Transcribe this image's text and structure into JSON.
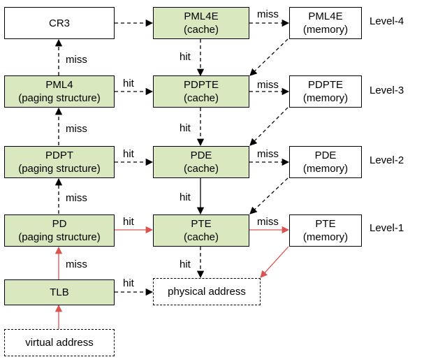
{
  "colors": {
    "green_fill": "#d9e8be",
    "red_arrow": "#d9534f",
    "black_arrow": "#000000"
  },
  "nodes": {
    "cr3": [
      "CR3"
    ],
    "pml4e_cache": [
      "PML4E",
      "(cache)"
    ],
    "pml4e_mem": [
      "PML4E",
      "(memory)"
    ],
    "pml4": [
      "PML4",
      "(paging structure)"
    ],
    "pdpte_cache": [
      "PDPTE",
      "(cache)"
    ],
    "pdpte_mem": [
      "PDPTE",
      "(memory)"
    ],
    "pdpt": [
      "PDPT",
      "(paging structure)"
    ],
    "pde_cache": [
      "PDE",
      "(cache)"
    ],
    "pde_mem": [
      "PDE",
      "(memory)"
    ],
    "pd": [
      "PD",
      "(paging structure)"
    ],
    "pte_cache": [
      "PTE",
      "(cache)"
    ],
    "pte_mem": [
      "PTE",
      "(memory)"
    ],
    "tlb": [
      "TLB"
    ],
    "physical": [
      "physical address"
    ],
    "virtual": [
      "virtual address"
    ]
  },
  "levels": [
    "Level-4",
    "Level-3",
    "Level-2",
    "Level-1"
  ],
  "edge_labels": {
    "hit": "hit",
    "miss": "miss"
  }
}
